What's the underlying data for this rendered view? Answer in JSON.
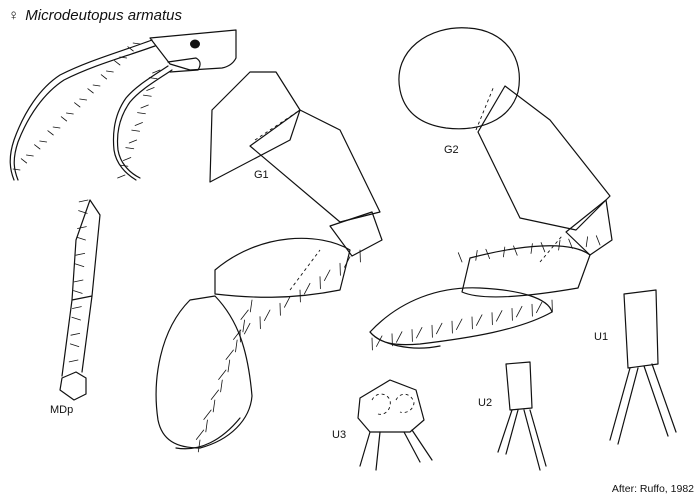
{
  "title": {
    "symbol": "♀",
    "species": "Microdeutopus armatus"
  },
  "labels": {
    "g1": "G1",
    "g2": "G2",
    "mdp": "MDp",
    "u1": "U1",
    "u2": "U2",
    "u3": "U3"
  },
  "credit": "After: Ruffo, 1982"
}
